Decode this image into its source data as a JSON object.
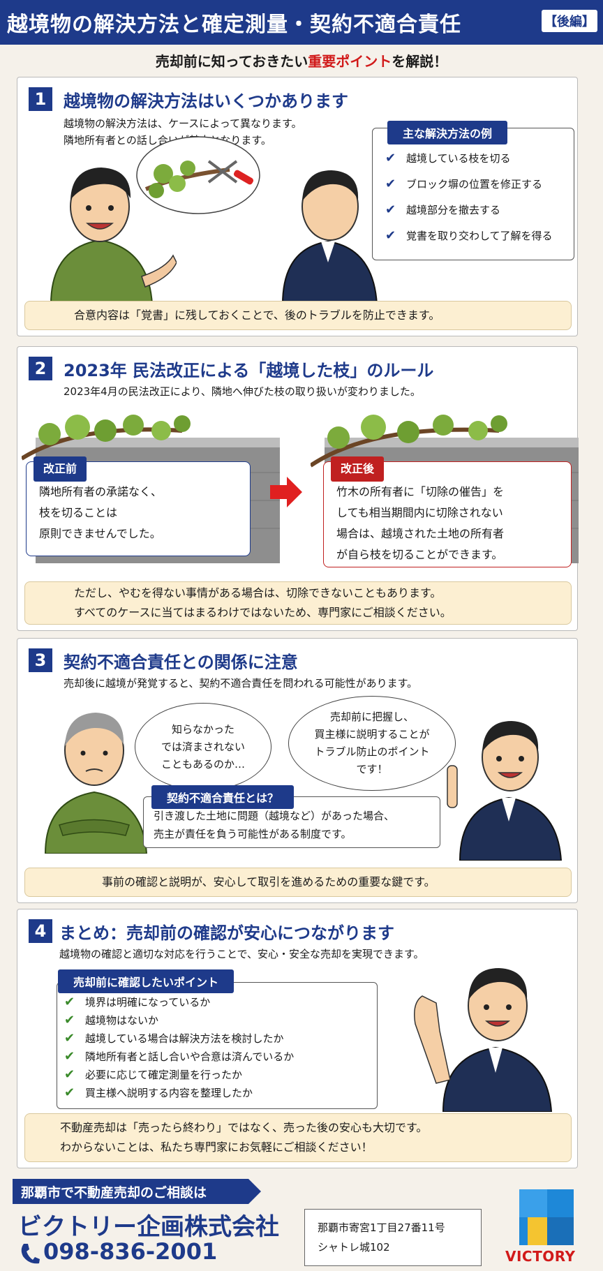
{
  "header": {
    "title": "越境物の解決方法と確定測量・契約不適合責任",
    "tag": "【後編】"
  },
  "subtitle": {
    "pre": "売却前に知っておきたい",
    "highlight": "重要ポイント",
    "post": "を解説！"
  },
  "s1": {
    "num": "1",
    "title": "越境物の解決方法はいくつかあります",
    "desc": [
      "越境物の解決方法は、ケースによって異なります。",
      "隣地所有者との話し合いが基本となります。"
    ],
    "box_title": "主な解決方法の例",
    "items": [
      "越境している枝を切る",
      "ブロック塀の位置を修正する",
      "越境部分を撤去する",
      "覚書を取り交わして了解を得る"
    ],
    "note": "合意内容は「覚書」に残しておくことで、後のトラブルを防止できます。"
  },
  "s2": {
    "num": "2",
    "title": "2023年 民法改正による「越境した枝」のルール",
    "desc": "2023年4月の民法改正により、隣地へ伸びた枝の取り扱いが変わりました。",
    "before_tag": "改正前",
    "before_lines": [
      "隣地所有者の承諾なく、",
      "枝を切ることは",
      "原則できませんでした。"
    ],
    "after_tag": "改正後",
    "after_lines": [
      "竹木の所有者に「切除の催告」を",
      "しても相当期間内に切除されない",
      "場合は、越境された土地の所有者",
      "が自ら枝を切ることができます。"
    ],
    "note": [
      "ただし、やむを得ない事情がある場合は、切除できないこともあります。",
      "すべてのケースに当てはまるわけではないため、専門家にご相談ください。"
    ]
  },
  "s3": {
    "num": "3",
    "title": "契約不適合責任との関係に注意",
    "desc": "売却後に越境が発覚すると、契約不適合責任を問われる可能性があります。",
    "bubble_left": "知らなかった\nでは済まされない\nこともあるのか…",
    "bubble_right": "売却前に把握し、\n買主様に説明することが\nトラブル防止のポイント\nです！",
    "def_title": "契約不適合責任とは？",
    "def_lines": [
      "引き渡した土地に問題（越境など）があった場合、",
      "売主が責任を負う可能性がある制度です。"
    ],
    "note": "事前の確認と説明が、安心して取引を進めるための重要な鍵です。"
  },
  "s4": {
    "num": "4",
    "title": "まとめ：売却前の確認が安心につながります",
    "desc": "越境物の確認と適切な対応を行うことで、安心・安全な売却を実現できます。",
    "box_title": "売却前に確認したいポイント",
    "items": [
      "境界は明確になっているか",
      "越境物はないか",
      "越境している場合は解決方法を検討したか",
      "隣地所有者と話し合いや合意は済んでいるか",
      "必要に応じて確定測量を行ったか",
      "買主様へ説明する内容を整理したか"
    ],
    "note": [
      "不動産売却は「売ったら終わり」ではなく、売った後の安心も大切です。",
      "わからないことは、私たち専門家にお気軽にご相談ください！"
    ]
  },
  "footer": {
    "bar": "那覇市で不動産売却のご相談は",
    "company": "ビクトリー企画株式会社",
    "phone": "098-836-2001",
    "address": [
      "那覇市寄宮1丁目27番11号",
      "シャトレ城102"
    ],
    "logo": "VICTORY"
  }
}
